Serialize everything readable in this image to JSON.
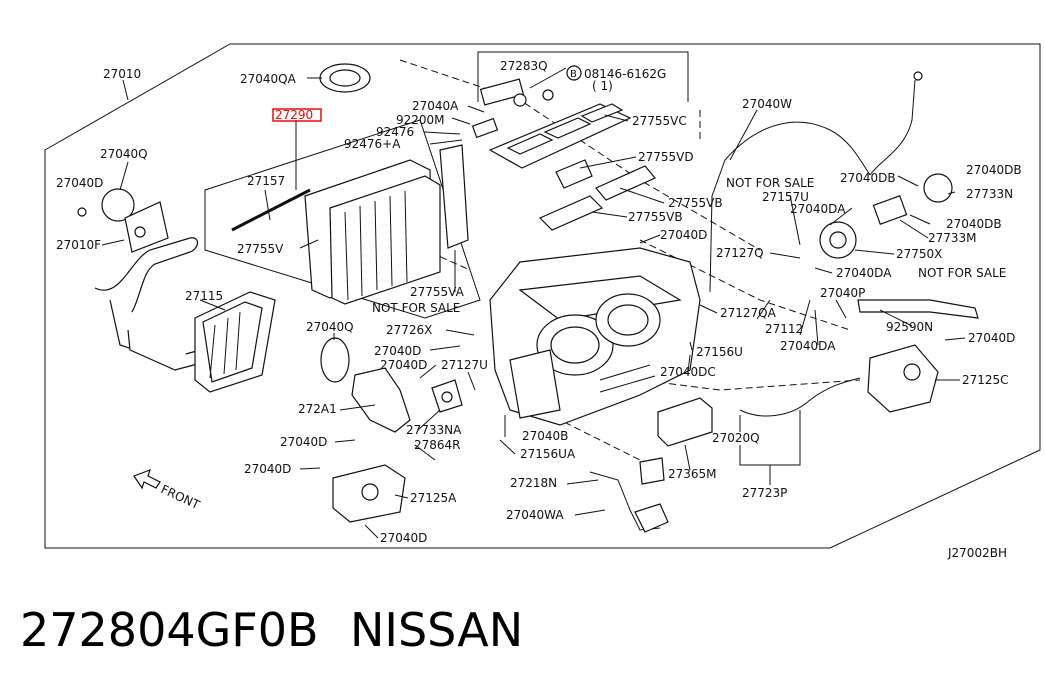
{
  "diagram": {
    "part_labels": [
      "27010",
      "27040QA",
      "27283Q",
      "08146-6162G",
      "( 1)",
      "27290",
      "27040A",
      "92200M",
      "92476",
      "92476+A",
      "27755VC",
      "27040Q",
      "27040D",
      "27010F",
      "27157",
      "27755V",
      "27755VA",
      "NOT FOR SALE",
      "27755VD",
      "27755VB",
      "27755VB",
      "27040D",
      "27040W",
      "NOT FOR SALE",
      "27157U",
      "27040DA",
      "27040DB",
      "27040DB",
      "27733N",
      "27040DB",
      "27733M",
      "27127Q",
      "27750X",
      "27040DA",
      "NOT FOR SALE",
      "27115",
      "27040Q",
      "27726X",
      "27040D",
      "27040D",
      "27127U",
      "27127QA",
      "27112",
      "27040DA",
      "27040P",
      "92590N",
      "27040D",
      "27156U",
      "27040DC",
      "27125C",
      "272A1",
      "27733NA",
      "27040D",
      "27864R",
      "27040B",
      "27156UA",
      "27020Q",
      "27040D",
      "27365M",
      "27218N",
      "27125A",
      "27723P",
      "27040WA",
      "27040D",
      "FRONT",
      "J27002BH"
    ],
    "bolt_symbol": "B",
    "highlight_color": "#e01010"
  },
  "caption": {
    "part_number": "272804GF0B",
    "brand": "NISSAN"
  }
}
